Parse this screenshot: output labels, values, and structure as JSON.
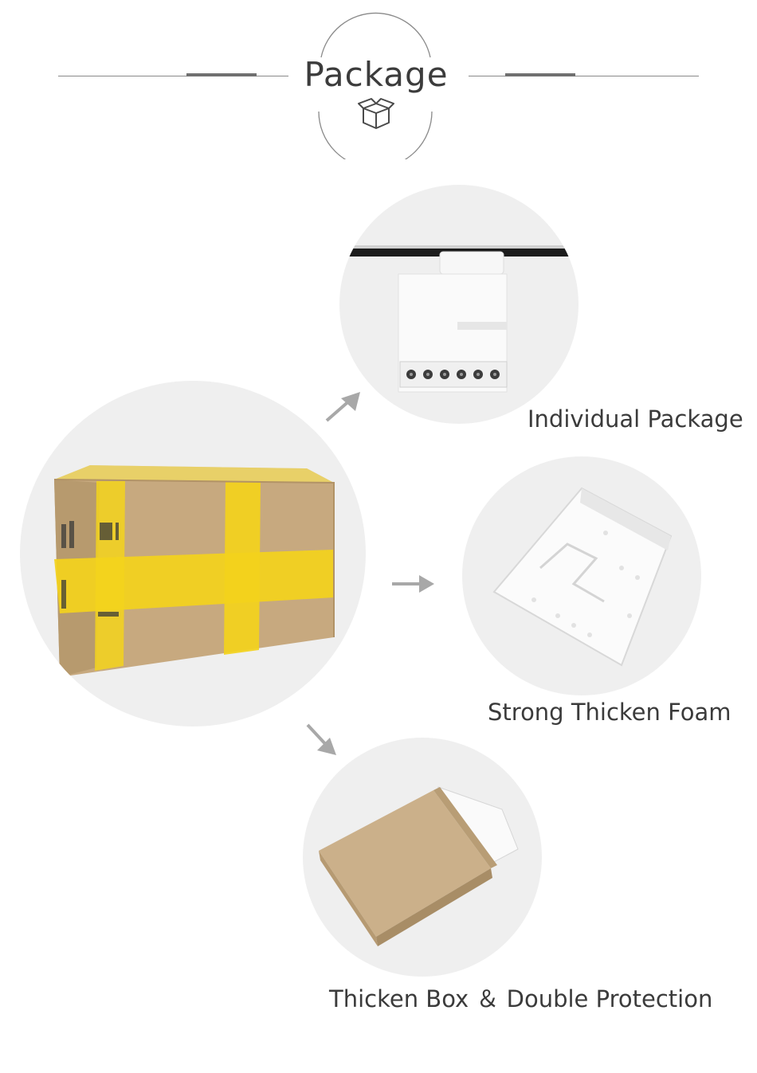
{
  "header": {
    "title": "Package",
    "icon": "box-icon",
    "line_color": "#8a8a8a"
  },
  "main_image": {
    "icon": "shipping-carton-image",
    "carton_color": "#c9ae85",
    "tape_color": "#f2d21a"
  },
  "items": [
    {
      "caption": "Individual Package",
      "image": "track-light-image"
    },
    {
      "caption": "Strong Thicken Foam",
      "image": "foam-wrap-image"
    },
    {
      "caption": "Thicken Box ＆ Double Protection",
      "image": "inner-box-image"
    }
  ],
  "arrows": [
    "arrow-up-right-icon",
    "arrow-right-icon",
    "arrow-down-right-icon"
  ],
  "colors": {
    "circle_bg": "#efefef",
    "arrow": "#a8a8a8",
    "text": "#3b3b3b"
  }
}
